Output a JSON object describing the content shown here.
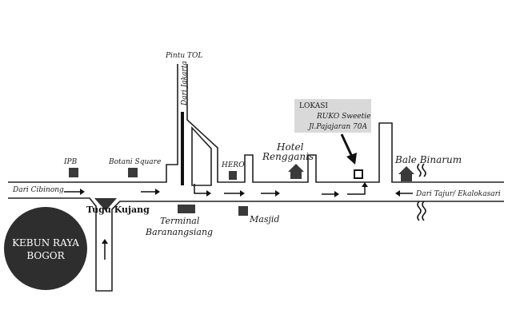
{
  "map": {
    "roads": {
      "dari_cibinong": "Dari Cibinong",
      "dari_jakarta": "Dari Jakarta",
      "dari_tajur": "Dari Tajur/ Ekalokasari"
    },
    "places": {
      "pintu_tol": "Pintu TOL",
      "ipb": "IPB",
      "botani_square": "Botani Square",
      "hero": "HERO",
      "hotel_line1": "Hotel",
      "hotel_line2": "Rengganis",
      "bale_binarum": "Bale Binarum",
      "tugu_kujang": "Tugu Kujang",
      "terminal_line1": "Terminal",
      "terminal_line2": "Baranangsiang",
      "masjid": "Masjid",
      "kebun_line1": "KEBUN RAYA",
      "kebun_line2": "BOGOR"
    },
    "location_box": {
      "title": "LOKASI",
      "line1": "RUKO Sweetie",
      "line2": "Jl.Pajajaran 70A"
    }
  },
  "colors": {
    "ink": "#222222",
    "building": "#3a3a3a",
    "circle": "#2e2e2e",
    "box": "#d9d9d9"
  }
}
